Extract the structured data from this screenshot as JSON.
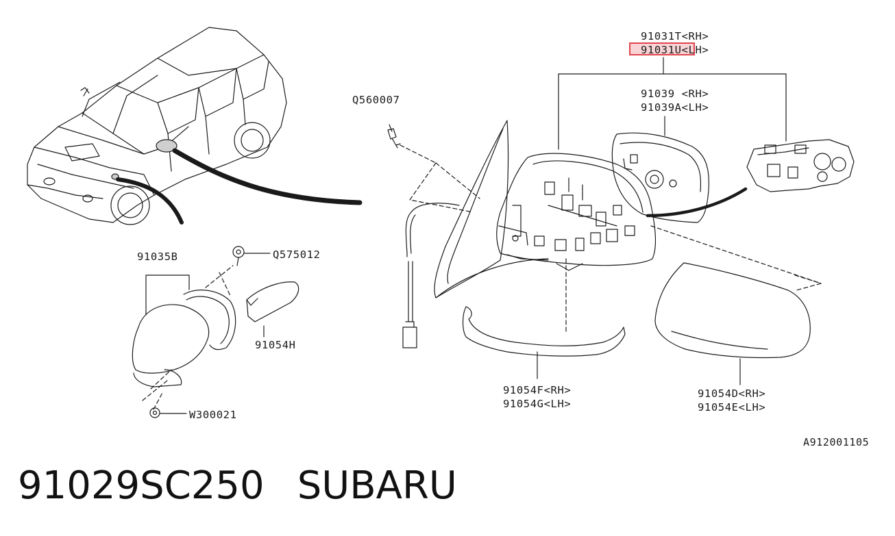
{
  "colors": {
    "ink": "#1a1a1a",
    "highlight": "#e0323a",
    "highlight_fill": "#f8d4d6"
  },
  "labels": {
    "glass_rh": "91031T<RH>",
    "glass_lh": "91031U<LH>",
    "holder_rh": "91039 <RH>",
    "holder_lh": "91039A<LH>",
    "screw_top": "Q560007",
    "mirror_assy": "91035B",
    "screw_small": "Q575012",
    "cover_small": "91054H",
    "washer": "W300021",
    "cover_lower_rh": "91054F<RH>",
    "cover_lower_lh": "91054G<LH>",
    "cover_upper_rh": "91054D<RH>",
    "cover_upper_lh": "91054E<LH>"
  },
  "diagram_ref": "A912001105",
  "footer": {
    "part_number": "91029SC250",
    "brand": "SUBARU"
  },
  "highlighted_label": "glass_lh"
}
